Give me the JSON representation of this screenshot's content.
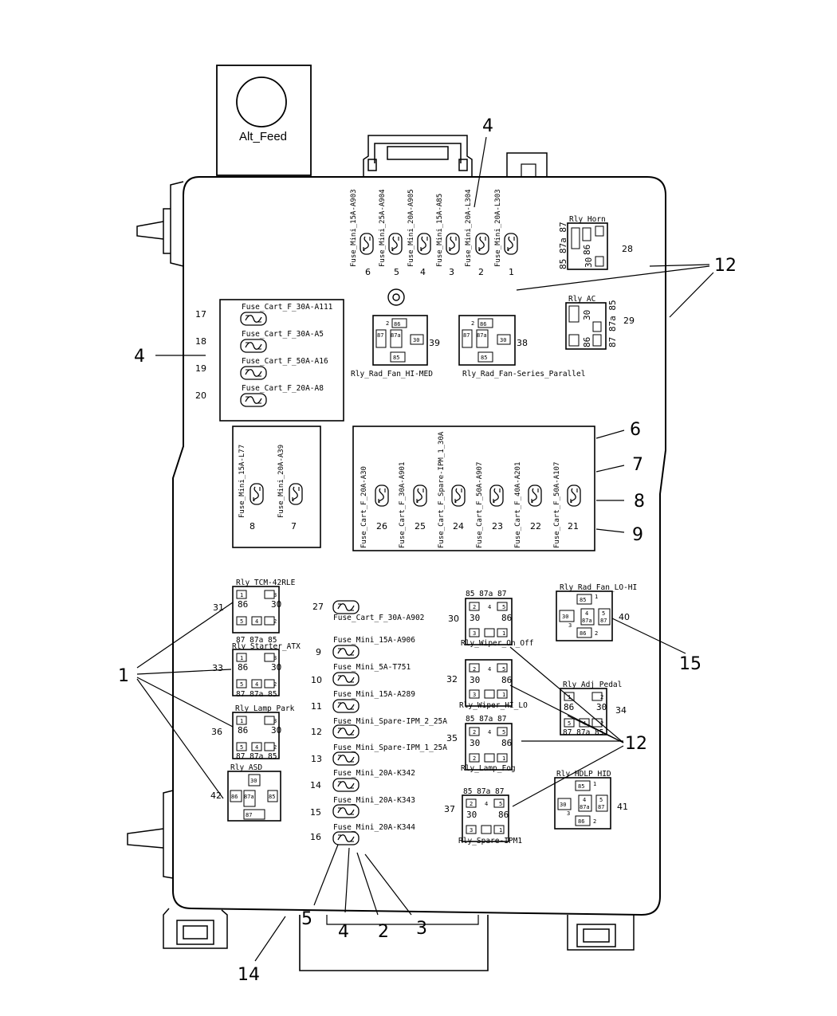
{
  "alt_feed": {
    "label": "Alt_Feed"
  },
  "top_fuses": [
    {
      "label": "Fuse_Mini_15A-A903",
      "num": "6"
    },
    {
      "label": "Fuse_Mini_25A-A904",
      "num": "5"
    },
    {
      "label": "Fuse_Mini_20A-A905",
      "num": "4"
    },
    {
      "label": "Fuse_Mini_15A-A85",
      "num": "3"
    },
    {
      "label": "Fuse_Mini_20A-L304",
      "num": "2"
    },
    {
      "label": "Fuse_Mini_20A-L303",
      "num": "1"
    }
  ],
  "left_fuses": [
    {
      "label": "Fuse_Cart_F_30A-A111",
      "num": "17"
    },
    {
      "label": "Fuse_Cart_F_30A-A5",
      "num": "18"
    },
    {
      "label": "Fuse_Cart_F_50A-A16",
      "num": "19"
    },
    {
      "label": "Fuse_Cart_F_20A-A8",
      "num": "20"
    }
  ],
  "small_box_fuses": [
    {
      "label": "Fuse_Mini_15A-L77",
      "num": "8"
    },
    {
      "label": "Fuse_Mini_20A-A39",
      "num": "7"
    }
  ],
  "mid_fuses": [
    {
      "label": "Fuse_Cart_F_20A-A30",
      "num": "26"
    },
    {
      "label": "Fuse_Cart_F_30A-A901",
      "num": "25"
    },
    {
      "label": "Fuse_Cart_F_Spare-IPM_1_30A",
      "num": "24"
    },
    {
      "label": "Fuse_Cart_F_50A-A907",
      "num": "23"
    },
    {
      "label": "Fuse_Cart_F_40A-A201",
      "num": "22"
    },
    {
      "label": "Fuse_Cart_F_50A-A107",
      "num": "21"
    }
  ],
  "col_fuses": [
    {
      "label": "Fuse_Cart_F_30A-A902",
      "num": "27"
    },
    {
      "label": "Fuse_Mini_15A-A906",
      "num": "9"
    },
    {
      "label": "Fuse_Mini_5A-T751",
      "num": "10"
    },
    {
      "label": "Fuse_Mini_15A-A289",
      "num": "11"
    },
    {
      "label": "Fuse_Mini_Spare-IPM_2_25A",
      "num": "12"
    },
    {
      "label": "Fuse_Mini_Spare-IPM_1_25A",
      "num": "13"
    },
    {
      "label": "Fuse_Mini_20A-K342",
      "num": "14"
    },
    {
      "label": "Fuse_Mini_20A-K343",
      "num": "15"
    },
    {
      "label": "Fuse_Mini_20A-K344",
      "num": "16"
    }
  ],
  "relays": {
    "horn": {
      "label": "Rly_Horn",
      "num": "28"
    },
    "ac": {
      "label": "Rly_AC",
      "num": "29"
    },
    "rad_fan_hi_med": {
      "label": "Rly_Rad_Fan_HI-MED",
      "num": "39"
    },
    "rad_fan_series": {
      "label": "Rly_Rad_Fan-Series_Parallel",
      "num": "38"
    },
    "tcm": {
      "label": "Rly_TCM-42RLE",
      "num": "31"
    },
    "starter": {
      "label": "Rly_Starter_ATX",
      "num": "33"
    },
    "lamp_park": {
      "label": "Rly_Lamp_Park",
      "num": "36"
    },
    "asd": {
      "label": "Rly_ASD",
      "num": "42"
    },
    "wiper_on_off": {
      "label": "Rly_Wiper_On_Off",
      "num": "30"
    },
    "wiper_hi_lo": {
      "label": "Rly_Wiper_HI_LO",
      "num": "32"
    },
    "lamp_fog": {
      "label": "Rly_Lamp_Fog",
      "num": "35"
    },
    "spare_ipm1": {
      "label": "Rly_Spare-IPM1",
      "num": "37"
    },
    "rad_fan_lo_hi": {
      "label": "Rly_Rad_Fan_LO-HI",
      "num": "40"
    },
    "adj_pedal": {
      "label": "Rly_Adj_Pedal",
      "num": "34"
    },
    "hdlp_hid": {
      "label": "Rly_HDLP_HID",
      "num": "41"
    }
  },
  "pins": {
    "p85": "85",
    "p86": "86",
    "p87": "87",
    "p87a": "87a",
    "p30": "30",
    "n1": "1",
    "n2": "2",
    "n3": "3",
    "n4": "4",
    "n5": "5",
    "row_top": "85 87a 87",
    "row_bottom": "87 87a 85"
  },
  "callouts": {
    "c4_top": "4",
    "c12_top": "12",
    "c4_left": "4",
    "c6": "6",
    "c7": "7",
    "c8": "8",
    "c9": "9",
    "c1": "1",
    "c15": "15",
    "c12_mid": "12",
    "c5": "5",
    "c4_bot": "4",
    "c2": "2",
    "c3": "3",
    "c14": "14"
  }
}
